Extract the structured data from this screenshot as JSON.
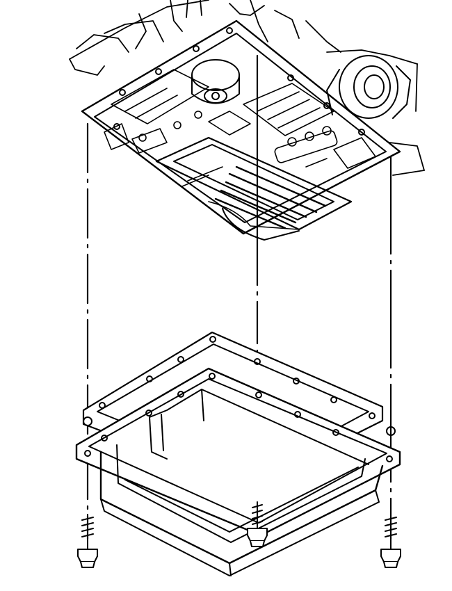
{
  "figure": {
    "line_color": "#000000",
    "background_color": "#ffffff",
    "components": [
      {
        "name": "transmission-assembly",
        "icon": "transmission-icon"
      },
      {
        "name": "valve-body",
        "icon": "valve-body-icon"
      },
      {
        "name": "oil-filter",
        "icon": "filter-icon"
      },
      {
        "name": "pan-gasket",
        "icon": "gasket-icon"
      },
      {
        "name": "transmission-oil-pan",
        "icon": "oil-pan-icon"
      },
      {
        "name": "pan-bolt",
        "icon": "bolt-icon",
        "count": 3
      }
    ],
    "alignment_lines": 3
  }
}
